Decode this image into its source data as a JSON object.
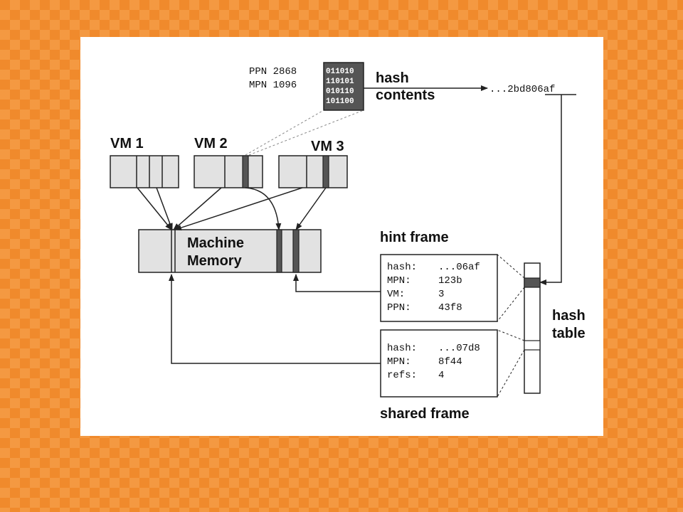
{
  "page": {
    "ppn_line": "PPN 2868",
    "mpn_line": "MPN 1096",
    "bits": [
      "011010",
      "110101",
      "010110",
      "101100"
    ],
    "hash_contents_line1": "hash",
    "hash_contents_line2": "contents",
    "hash_value": "...2bd806af",
    "vm_labels": [
      "VM 1",
      "VM 2",
      "VM 3"
    ],
    "machine_memory_line1": "Machine",
    "machine_memory_line2": "Memory",
    "hint_frame_title": "hint frame",
    "hint_frame_rows": [
      {
        "key": "hash:",
        "value": "...06af"
      },
      {
        "key": "MPN:",
        "value": "123b"
      },
      {
        "key": "VM:",
        "value": "3"
      },
      {
        "key": "PPN:",
        "value": "43f8"
      }
    ],
    "shared_frame_title": "shared frame",
    "shared_frame_rows": [
      {
        "key": "hash:",
        "value": "...07d8"
      },
      {
        "key": "MPN:",
        "value": "8f44"
      },
      {
        "key": "refs:",
        "value": "4"
      }
    ],
    "hash_table_line1": "hash",
    "hash_table_line2": "table"
  }
}
